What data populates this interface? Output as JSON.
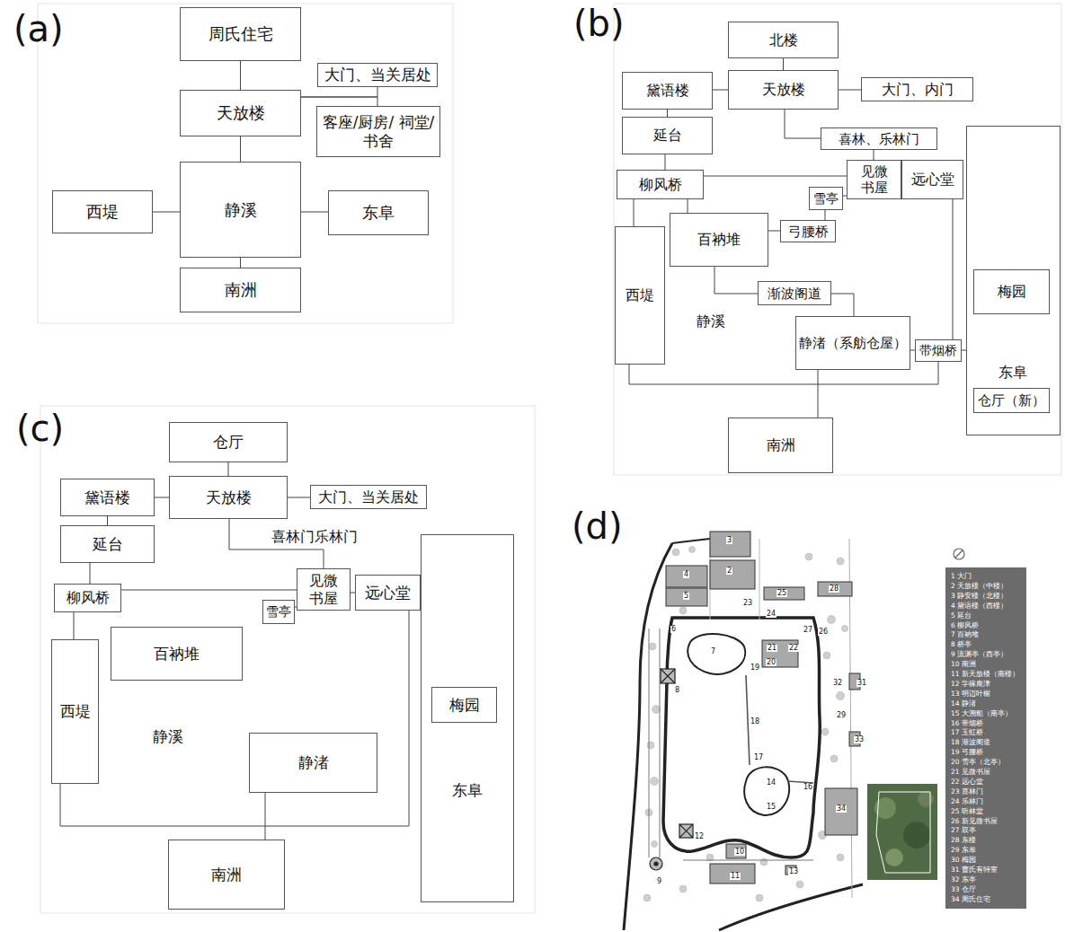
{
  "diagram": {
    "nodes": [
      {
        "text": [
          "周氏住宅"
        ]
      },
      {
        "text": [
          "天放楼"
        ]
      },
      {
        "text": [
          "大门、当关居处"
        ]
      },
      {
        "text": [
          "客座/厨房/ 祠堂/书舍"
        ]
      },
      {
        "text": [
          "静溪"
        ]
      },
      {
        "text": [
          "西堤"
        ]
      },
      {
        "text": [
          "东阜"
        ]
      },
      {
        "text": [
          "南洲"
        ]
      },
      {
        "text": [
          "北楼"
        ]
      },
      {
        "text": [
          "天放楼"
        ]
      },
      {
        "text": [
          "黛语楼"
        ]
      },
      {
        "text": [
          "大门、内门"
        ]
      },
      {
        "text": [
          "延台"
        ]
      },
      {
        "text": [
          "喜林、乐林门"
        ]
      },
      {
        "text": [
          "见微 书屋"
        ]
      },
      {
        "text": [
          "远心堂"
        ]
      },
      {
        "text": [
          "雪亭"
        ]
      },
      {
        "text": [
          "柳风桥"
        ]
      },
      {
        "text": [
          "弓腰桥"
        ]
      },
      {
        "text": [
          "百衲堆"
        ]
      },
      {
        "text": [
          "西堤"
        ]
      },
      {
        "text": [
          "渐波阁道"
        ]
      },
      {
        "text": [
          "静渚（系舫仓屋）"
        ]
      },
      {
        "text": [
          "带烟桥"
        ]
      },
      {
        "text": [
          "东阜"
        ]
      },
      {
        "text": [
          "梅园"
        ],
        "in": 24
      },
      {
        "text": [
          "仓厅（新）"
        ],
        "in": 24
      },
      {
        "text": [
          "南洲"
        ]
      },
      {
        "text": [
          "仓厅"
        ]
      },
      {
        "text": [
          "天放楼"
        ]
      },
      {
        "text": [
          "黛语楼"
        ]
      },
      {
        "text": [
          "大门、当关居处"
        ]
      },
      {
        "text": [
          "延台"
        ]
      },
      {
        "text": [
          "见微 书屋"
        ]
      },
      {
        "text": [
          "远心堂"
        ]
      },
      {
        "text": [
          "雪亭"
        ]
      },
      {
        "text": [
          "柳风桥"
        ]
      },
      {
        "text": [
          "百衲堆"
        ]
      },
      {
        "text": [
          "西堤"
        ]
      },
      {
        "text": [
          "静渚"
        ]
      },
      {
        "text": [
          "东阜"
        ]
      },
      {
        "text": [
          "梅园"
        ],
        "in": 40
      },
      {
        "text": [
          "南洲"
        ]
      }
    ],
    "edges": [
      {
        "from": 0,
        "to": 1,
        "arrow": "none"
      },
      {
        "from": 1,
        "to": 2,
        "arrow": "none"
      },
      {
        "from": 1,
        "to": 3,
        "arrow": "none"
      },
      {
        "from": 1,
        "to": 4,
        "arrow": "none"
      },
      {
        "from": 4,
        "to": 5,
        "arrow": "none"
      },
      {
        "from": 4,
        "to": 6,
        "arrow": "none"
      },
      {
        "from": 4,
        "to": 7,
        "arrow": "none"
      },
      {
        "from": 8,
        "to": 9,
        "arrow": "none"
      },
      {
        "from": 10,
        "to": 9,
        "arrow": "none"
      },
      {
        "from": 9,
        "to": 11,
        "arrow": "none"
      },
      {
        "from": 10,
        "to": 12,
        "arrow": "none"
      },
      {
        "from": 12,
        "to": 17,
        "arrow": "none"
      },
      {
        "from": 9,
        "to": 13,
        "arrow": "none"
      },
      {
        "from": 13,
        "to": 14,
        "arrow": "none"
      },
      {
        "from": 17,
        "to": 14,
        "arrow": "none"
      },
      {
        "from": 14,
        "to": 15,
        "arrow": "none"
      },
      {
        "from": 14,
        "to": 16,
        "arrow": "none"
      },
      {
        "from": 16,
        "to": 18,
        "arrow": "none"
      },
      {
        "from": 19,
        "to": 18,
        "arrow": "none"
      },
      {
        "from": 17,
        "to": 20,
        "arrow": "none"
      },
      {
        "from": 17,
        "to": 19,
        "arrow": "none"
      },
      {
        "from": 19,
        "to": 21,
        "arrow": "none"
      },
      {
        "from": 21,
        "to": 22,
        "arrow": "none"
      },
      {
        "from": 22,
        "to": 23,
        "arrow": "none"
      },
      {
        "from": 23,
        "to": 24,
        "arrow": "none"
      },
      {
        "from": 15,
        "to": 23,
        "arrow": "none"
      },
      {
        "from": 20,
        "to": 23,
        "arrow": "none"
      },
      {
        "from": 22,
        "to": 27,
        "arrow": "none"
      },
      {
        "from": 28,
        "to": 29,
        "arrow": "none"
      },
      {
        "from": 30,
        "to": 29,
        "arrow": "none"
      },
      {
        "from": 29,
        "to": 31,
        "arrow": "none"
      },
      {
        "from": 30,
        "to": 32,
        "arrow": "none"
      },
      {
        "from": 32,
        "to": 36,
        "arrow": "none"
      },
      {
        "from": 29,
        "to": 33,
        "arrow": "none"
      },
      {
        "from": 36,
        "to": 33,
        "arrow": "none"
      },
      {
        "from": 33,
        "to": 34,
        "arrow": "none"
      },
      {
        "from": 33,
        "to": 35,
        "arrow": "none"
      },
      {
        "from": 36,
        "to": 38,
        "arrow": "none"
      },
      {
        "from": 38,
        "to": 34,
        "arrow": "none"
      },
      {
        "from": 39,
        "to": 42,
        "arrow": "none"
      }
    ],
    "labels": [
      "(a)",
      "(b)",
      "(c)",
      "(d)",
      "静溪",
      "静溪",
      "喜林门乐林门",
      "3",
      "2",
      "4",
      "5",
      "25",
      "28",
      "23",
      "24",
      "6",
      "7",
      "21",
      "22",
      "20",
      "19",
      "27",
      "26",
      "31",
      "32",
      "29",
      "33",
      "18",
      "17",
      "8",
      "14",
      "15",
      "16",
      "34",
      "9",
      "12",
      "10",
      "11",
      "13",
      "1 大门",
      "2 天放楼（中楼）",
      "3 静安楼（北楼）",
      "4 黛语楼（西楼）",
      "5 延台",
      "6 柳风桥",
      "7 百衲堆",
      "8 桥亭",
      "9 流渊亭（西亭）",
      "10 南洲",
      "11 新天放楼（南楼）",
      "12 学稼庵津",
      "13 明迈叶榭",
      "14 静渚",
      "15 大溯船（南亭）",
      "16 带烟桥",
      "17 玉虹桥",
      "18 渐波阁道",
      "19 弓腰桥",
      "20 雪亭（北亭）",
      "21 见微书屋",
      "22 远心堂",
      "23 喜林门",
      "24 乐林门",
      "25 听林堂",
      "26 新见微书屋",
      "27 双亭",
      "28 东楼",
      "29 东皋",
      "30 梅园",
      "31 曹氏有特室",
      "32 东亭",
      "33 仓厅",
      "34 周氏住宅"
    ]
  }
}
